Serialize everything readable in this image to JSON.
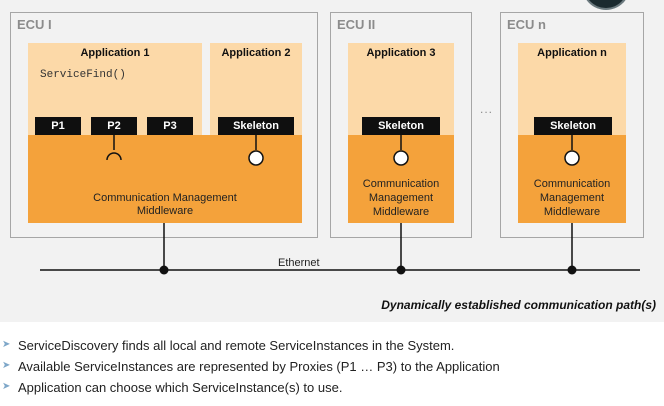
{
  "ecus": [
    {
      "title": "ECU I"
    },
    {
      "title": "ECU II"
    },
    {
      "title": "ECU n"
    }
  ],
  "applications": [
    {
      "title": "Application 1",
      "code": "ServiceFind()"
    },
    {
      "title": "Application 2"
    },
    {
      "title": "Application 3"
    },
    {
      "title": "Application n"
    }
  ],
  "ports": {
    "proxies": [
      "P1",
      "P2",
      "P3"
    ],
    "skeleton": "Skeleton"
  },
  "middleware": {
    "line1": "Communication Management",
    "line2": "Middleware",
    "stacked": [
      "Communication",
      "Management",
      "Middleware"
    ]
  },
  "ellipsis": "...",
  "ethernet_label": "Ethernet",
  "caption": "Dynamically established communication path(s)",
  "bullets": [
    "ServiceDiscovery finds all local and remote ServiceInstances in the System.",
    "Available ServiceInstances are represented by Proxies (P1 … P3) to the Application",
    "Application can choose which ServiceInstance(s) to use."
  ],
  "colors": {
    "application_fill": "#fcd9a8",
    "middleware_fill": "#f4a23b",
    "port_fill": "#0f0f0f",
    "panel_bg": "#f2f2f2",
    "bullet_marker": "#7ea7c9"
  }
}
